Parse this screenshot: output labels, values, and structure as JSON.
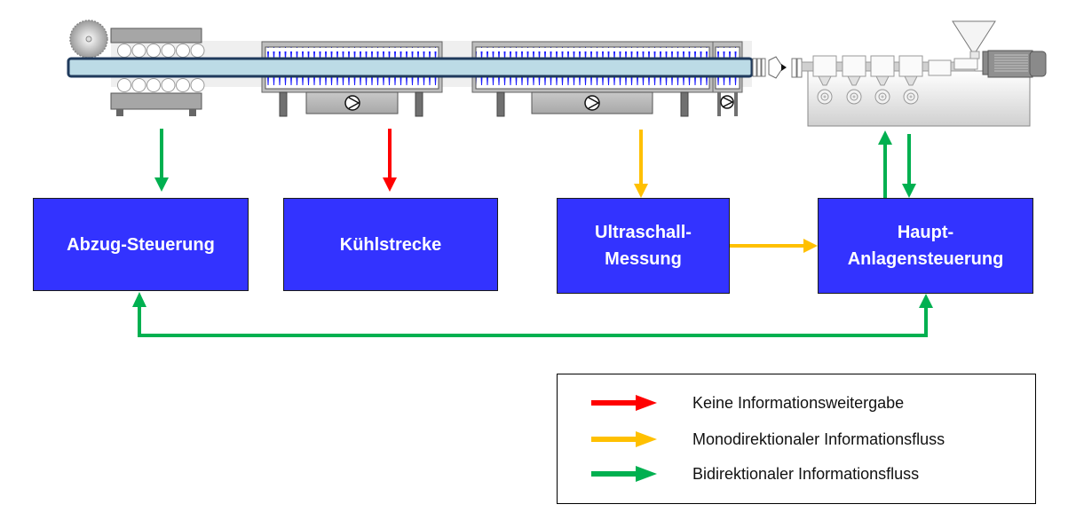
{
  "title": "Informationsfluss in einer Rohrextrusionslinie",
  "machine": {
    "components": [
      {
        "name": "Säge",
        "icon": "saw-blade-icon"
      },
      {
        "name": "Abzug",
        "icon": "haul-off-icon"
      },
      {
        "name": "Kühlstrecke 1",
        "icon": "cooling-tank-icon"
      },
      {
        "name": "Kühlstrecke 2",
        "icon": "cooling-tank-icon"
      },
      {
        "name": "Rohrkopf",
        "icon": "die-head-icon"
      },
      {
        "name": "Extruder",
        "icon": "extruder-icon"
      }
    ]
  },
  "blocks": [
    {
      "id": "abzug",
      "label": "Abzug-Steuerung"
    },
    {
      "id": "kuehl",
      "label": "Kühlstrecke"
    },
    {
      "id": "ultra",
      "label": "Ultraschall-\nMessung"
    },
    {
      "id": "haupt",
      "label": "Haupt-\nAnlagensteuerung"
    }
  ],
  "flows": [
    {
      "from": "Abzug (Maschine)",
      "to": "Abzug-Steuerung",
      "type": "bidirectional"
    },
    {
      "from": "Kühlstrecke (Maschine)",
      "to": "Kühlstrecke",
      "type": "none"
    },
    {
      "from": "Ultraschall (Maschine)",
      "to": "Ultraschall-Messung",
      "type": "monodirectional"
    },
    {
      "from": "Ultraschall-Messung",
      "to": "Haupt-Anlagensteuerung",
      "type": "monodirectional"
    },
    {
      "from": "Haupt-Anlagensteuerung",
      "to": "Extruder",
      "type": "bidirectional"
    },
    {
      "from": "Extruder",
      "to": "Haupt-Anlagensteuerung",
      "type": "bidirectional"
    },
    {
      "from": "Abzug-Steuerung",
      "to": "Haupt-Anlagensteuerung",
      "type": "bidirectional"
    }
  ],
  "colors": {
    "none": "#ff0000",
    "monodirectional": "#ffc000",
    "bidirectional": "#00b050",
    "block_fill": "#3333ff",
    "pipe_fill": "#bcdbe6",
    "pipe_stroke": "#1f3a5c",
    "spray": "#1a1aff"
  },
  "legend": {
    "items": [
      {
        "type": "none",
        "label": "Keine Informationsweitergabe"
      },
      {
        "type": "monodirectional",
        "label": "Monodirektionaler Informationsfluss"
      },
      {
        "type": "bidirectional",
        "label": "Bidirektionaler Informationsfluss"
      }
    ]
  }
}
